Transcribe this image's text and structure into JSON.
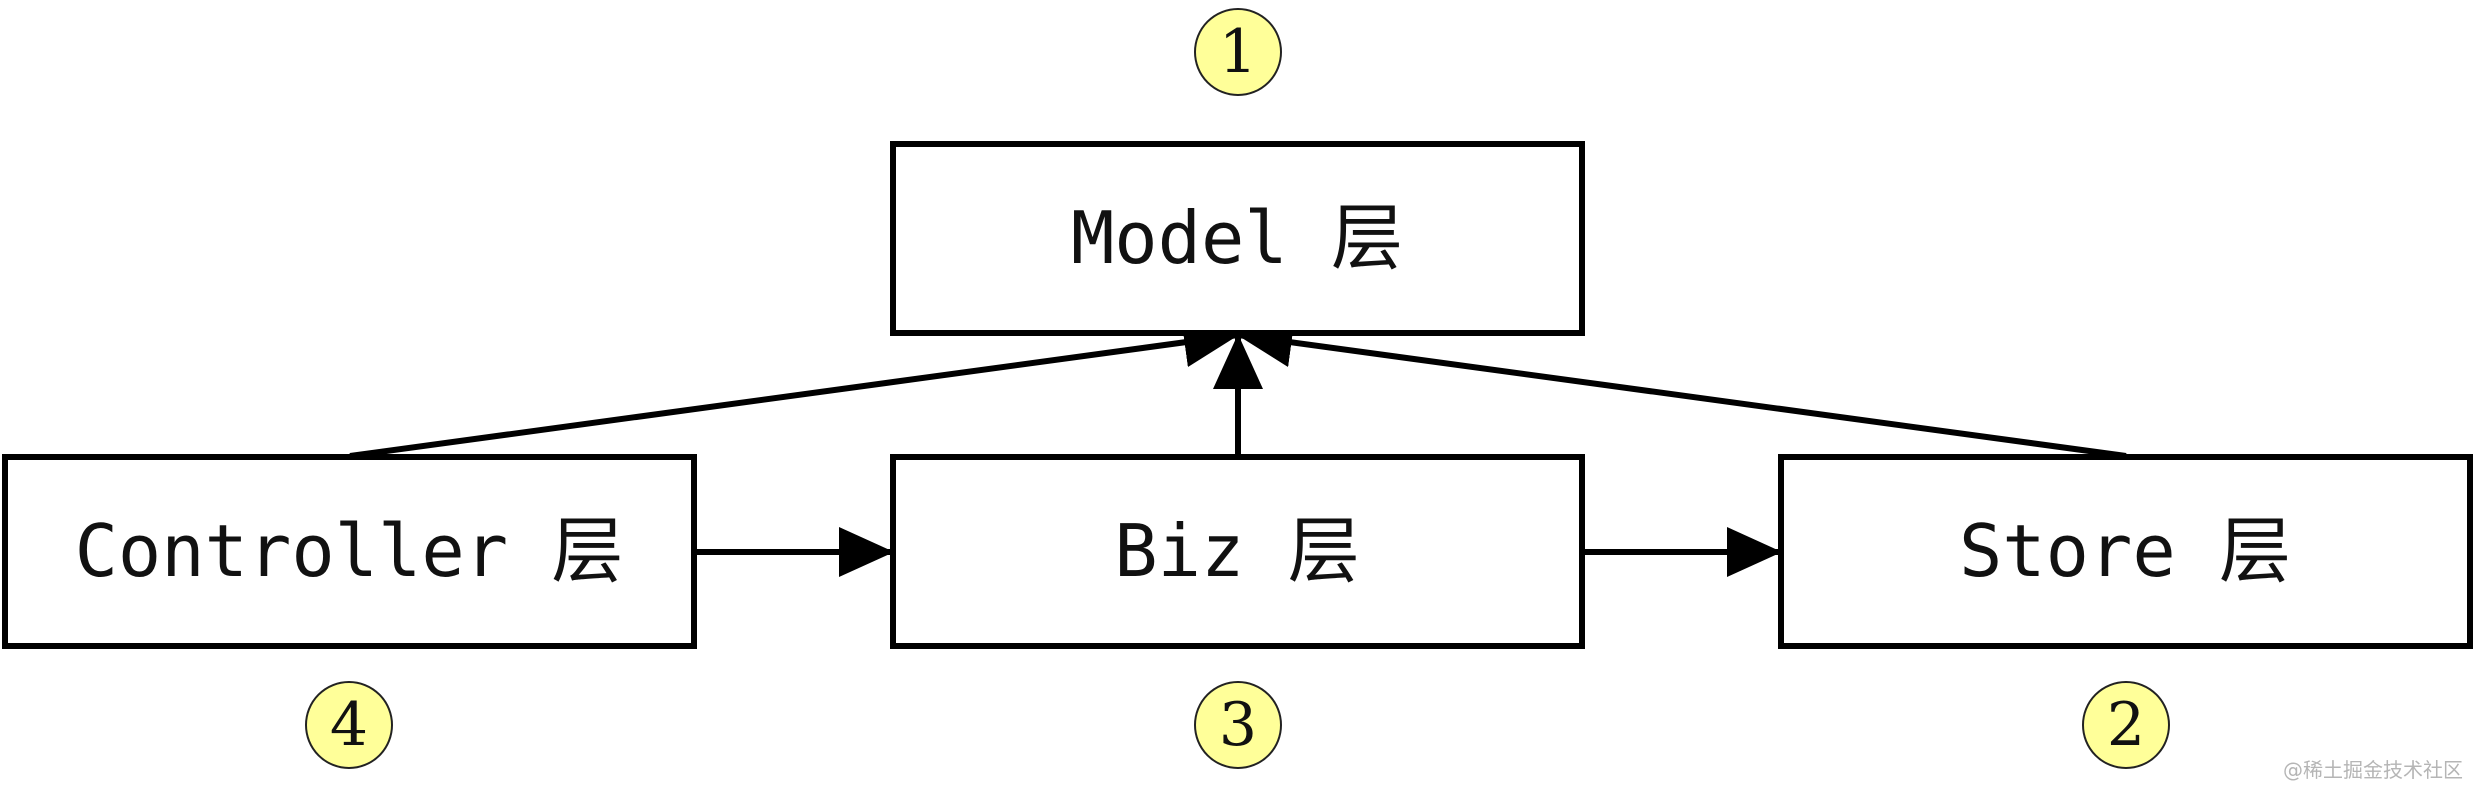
{
  "layers": {
    "model": {
      "label": "Model 层",
      "badge": "1"
    },
    "controller": {
      "label": "Controller 层",
      "badge": "4"
    },
    "biz": {
      "label": "Biz 层",
      "badge": "3"
    },
    "store": {
      "label": "Store 层",
      "badge": "2"
    }
  },
  "edges": [
    {
      "from": "controller",
      "to": "model"
    },
    {
      "from": "biz",
      "to": "model"
    },
    {
      "from": "store",
      "to": "model"
    },
    {
      "from": "controller",
      "to": "biz"
    },
    {
      "from": "biz",
      "to": "store"
    }
  ],
  "colors": {
    "badge_fill": "#ffff99",
    "stroke": "#000000"
  },
  "watermark": "@稀土掘金技术社区"
}
